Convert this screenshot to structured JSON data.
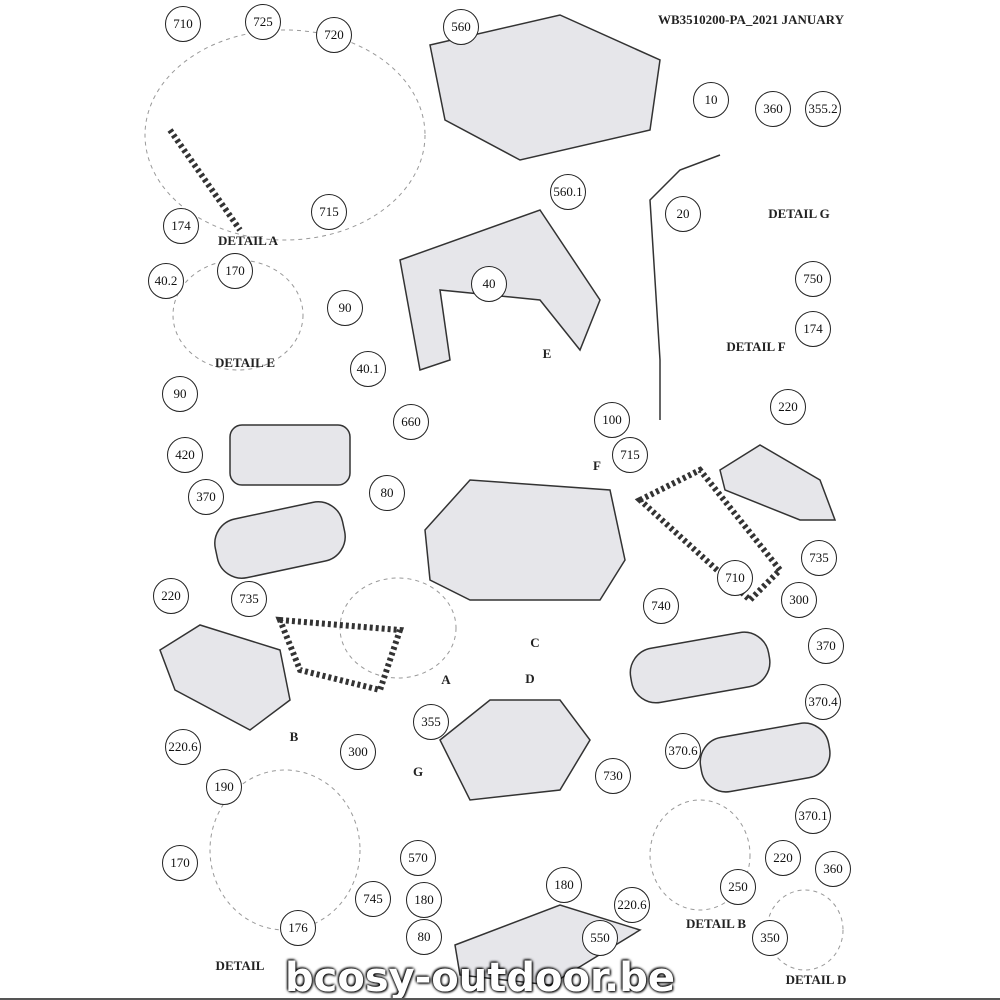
{
  "header": {
    "doc_code": "WB3510200-PA_2021 JANUARY"
  },
  "callouts": [
    "710",
    "725",
    "720",
    "560",
    "174",
    "715",
    "560.1",
    "10",
    "360",
    "355.2",
    "20",
    "40.2",
    "170",
    "90",
    "90",
    "40",
    "750",
    "174",
    "40.1",
    "100",
    "660",
    "220",
    "420",
    "715",
    "370",
    "80",
    "220",
    "735",
    "735",
    "300",
    "710",
    "740",
    "370",
    "370.4",
    "355",
    "300",
    "220.6",
    "730",
    "370.6",
    "370.1",
    "190",
    "570",
    "220",
    "250",
    "180",
    "170",
    "745",
    "360",
    "220.6",
    "180",
    "176",
    "550",
    "350",
    "80"
  ],
  "labels": [
    "DETAIL A",
    "DETAIL G",
    "DETAIL E",
    "DETAIL F",
    "E",
    "F",
    "A",
    "C",
    "D",
    "G",
    "B",
    "DETAIL B",
    "DETAIL D",
    "DETAIL"
  ],
  "watermark": "bcosy-outdoor.be"
}
